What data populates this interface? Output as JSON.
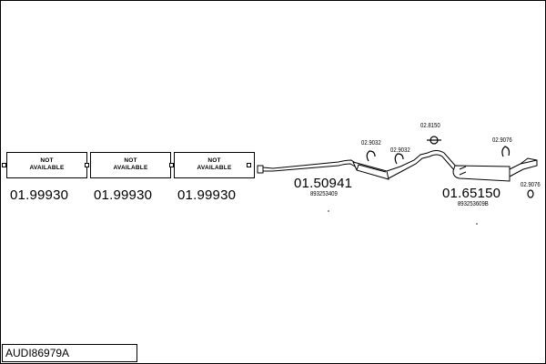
{
  "model": "AUDI86979A",
  "not_available_boxes": [
    {
      "line1": "NOT",
      "line2": "AVAILABLE",
      "part_number": "01.99930"
    },
    {
      "line1": "NOT",
      "line2": "AVAILABLE",
      "part_number": "01.99930"
    },
    {
      "line1": "NOT",
      "line2": "AVAILABLE",
      "part_number": "01.99930"
    }
  ],
  "parts": [
    {
      "part_number": "01.50941",
      "oe_number": "893253409"
    },
    {
      "part_number": "01.65150",
      "oe_number": "893253609B"
    }
  ],
  "accessories": [
    "02.9032",
    "02.9032",
    "02.8150",
    "02.9076",
    "02.9076"
  ]
}
